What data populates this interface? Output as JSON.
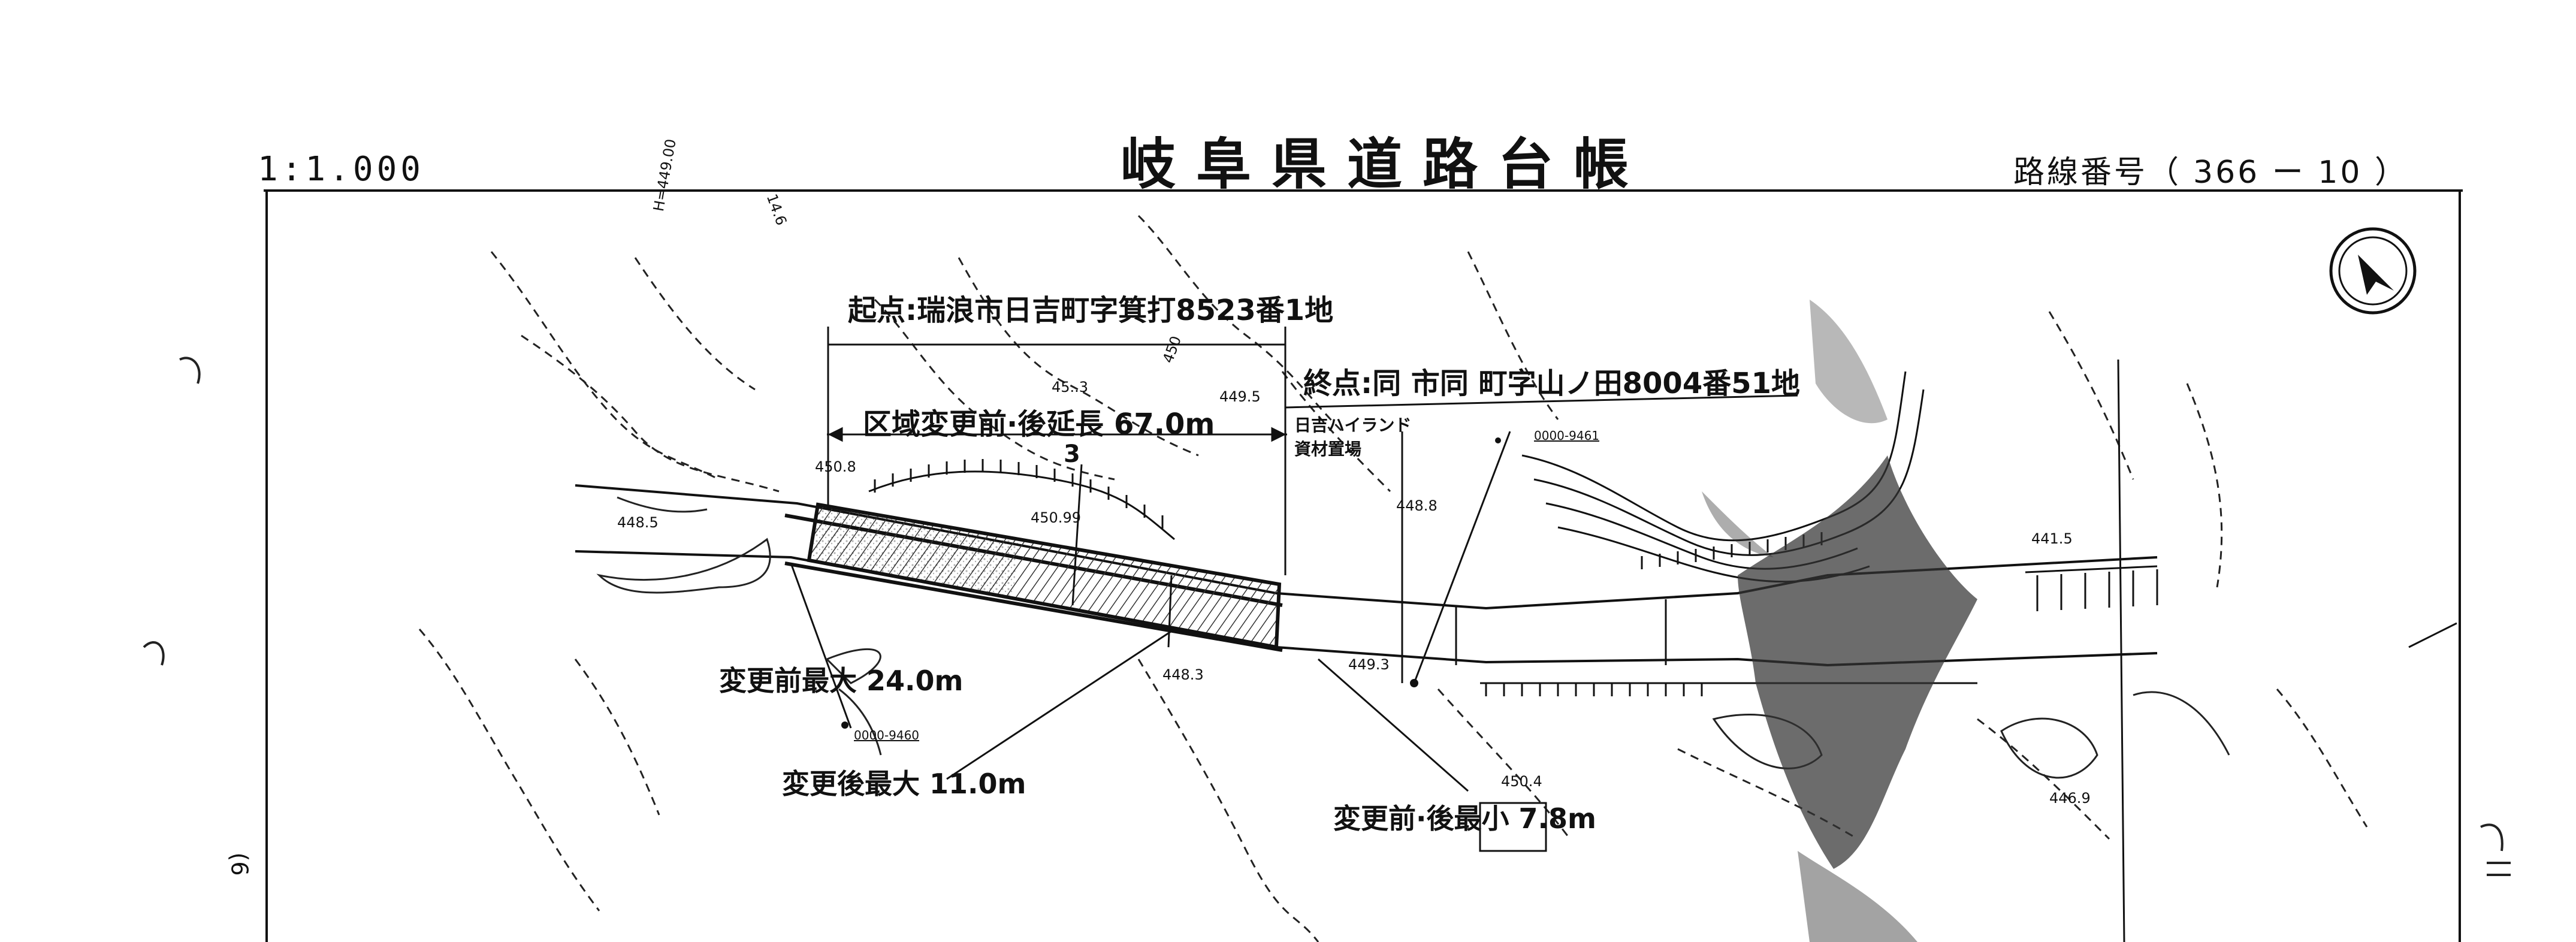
{
  "header": {
    "scale": "1:1.000",
    "title": "岐阜県道路台帳",
    "route_prefix": "路線番号（",
    "route_number": "366 ー 10",
    "route_suffix": "）"
  },
  "annotations": {
    "start_point": "起点:瑞浪市日吉町字箕打8523番1地",
    "end_point": "終点:同 市同 町字山ノ田8004番51地",
    "extension": "区域変更前·後延長 67.0m",
    "facility_line1": "日吉ハイランド",
    "facility_line2": "資材置場",
    "before_max": "変更前最大 24.0m",
    "after_max": "変更後最大 11.0m",
    "min_width": "変更前·後最小 7.8m",
    "width_mark": "3"
  },
  "reference_numbers": [
    "0000-9461",
    "0000-9460"
  ],
  "elevations": [
    "H=449.00",
    "450.8",
    "449.5",
    "450.99",
    "449.3",
    "448.8",
    "448.3",
    "450.4",
    "446.9",
    "441.5",
    "45..3",
    "450",
    "14.6",
    "448.5"
  ],
  "sheet_mark": "(6",
  "colors": {
    "ink": "#111111",
    "road_hatch": "#555555",
    "noise": "#333333"
  }
}
